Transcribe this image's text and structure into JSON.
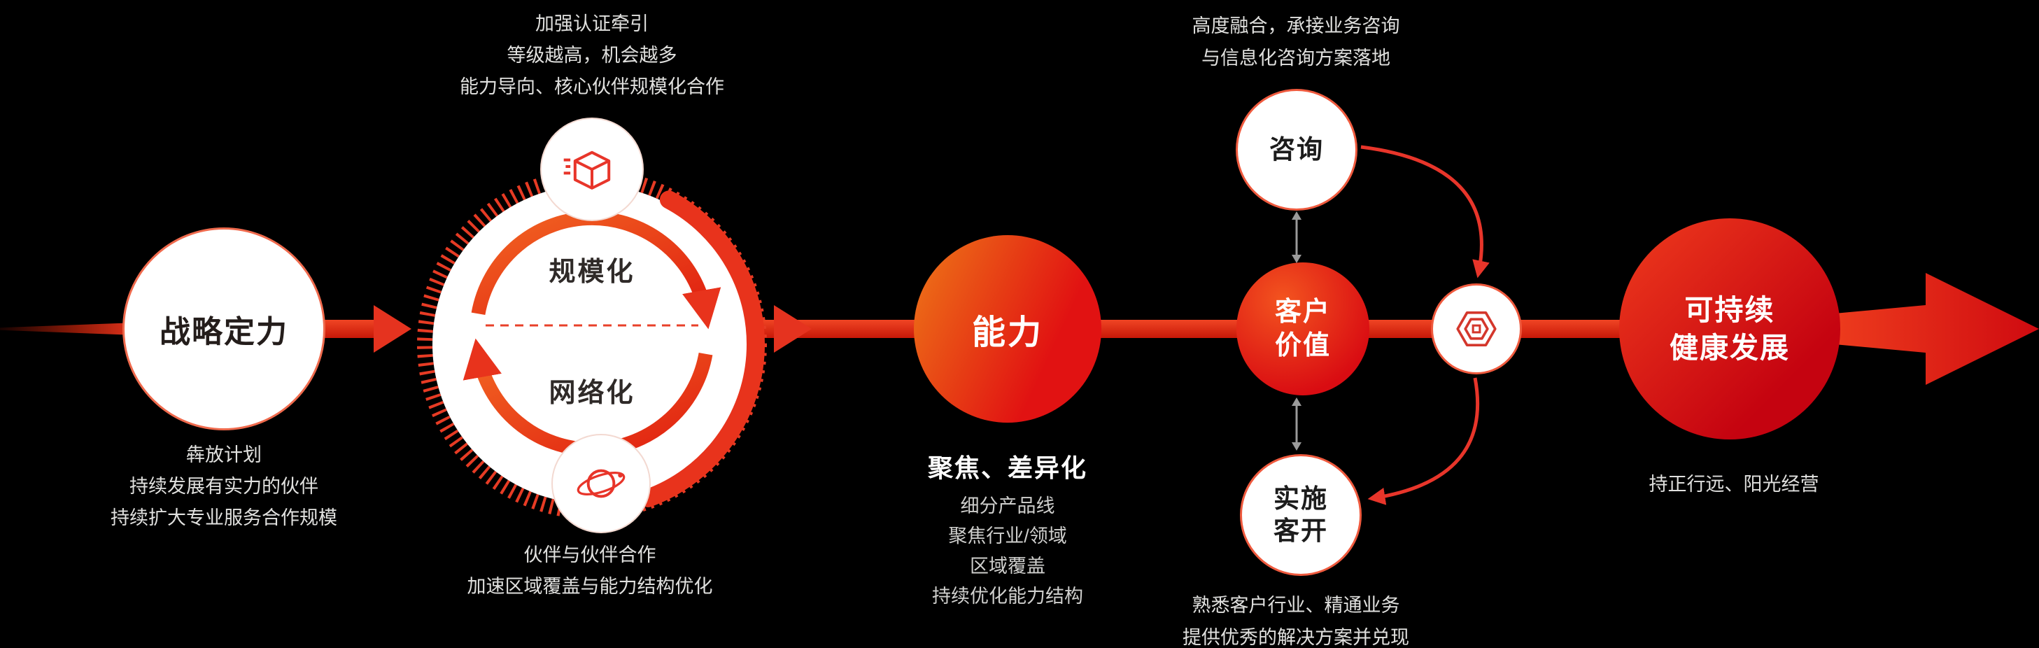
{
  "colors": {
    "background": "#000000",
    "accent_red": "#e8331c",
    "orange": "#f26522",
    "deep_red": "#c50310",
    "gray_arrow": "#9a9a9a",
    "text_light": "#e0e0de",
    "text_dark": "#241d1b"
  },
  "stage1": {
    "title": "战略定力",
    "notes": [
      "犇放计划",
      "持续发展有实力的伙伴",
      "持续扩大专业服务合作规模"
    ]
  },
  "stage2": {
    "top_notes": [
      "加强认证牵引",
      "等级越高，机会越多",
      "能力导向、核心伙伴规模化合作"
    ],
    "inner_top": "规模化",
    "inner_bottom": "网络化",
    "bottom_notes": [
      "伙伴与伙伴合作",
      "加速区域覆盖与能力结构优化"
    ],
    "icons": {
      "top": "cube-icon",
      "bottom": "planet-icon"
    }
  },
  "stage3": {
    "title": "能力",
    "subtitle": "聚焦、差异化",
    "notes": [
      "细分产品线",
      "聚焦行业/领域",
      "区域覆盖",
      "持续优化能力结构"
    ]
  },
  "stage4": {
    "title_line1": "客户",
    "title_line2": "价值",
    "consult_label": "咨询",
    "implement_line1": "实施",
    "implement_line2": "客开",
    "top_notes": [
      "高度融合，承接业务咨询",
      "与信息化咨询方案落地"
    ],
    "bottom_notes": [
      "熟悉客户行业、精通业务",
      "提供优秀的解决方案并兑现"
    ],
    "icons": {
      "link": "hexagon-icon"
    }
  },
  "stage5": {
    "title_line1": "可持续",
    "title_line2": "健康发展",
    "notes": [
      "持正行远、阳光经营"
    ]
  }
}
